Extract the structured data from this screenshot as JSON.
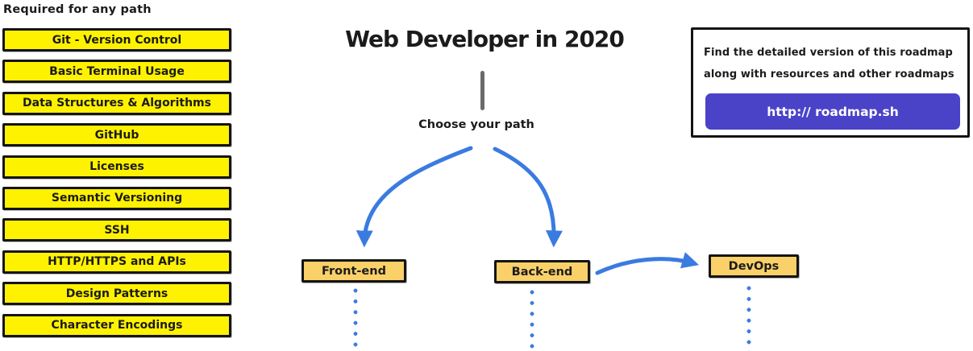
{
  "header": {
    "title": "Web Developer in 2020",
    "subtitle": "Choose your path"
  },
  "required_panel": {
    "heading": "Required for any path",
    "items": [
      "Git - Version Control",
      "Basic Terminal Usage",
      "Data Structures & Algorithms",
      "GitHub",
      "Licenses",
      "Semantic Versioning",
      "SSH",
      "HTTP/HTTPS and APIs",
      "Design Patterns",
      "Character Encodings"
    ]
  },
  "path_nodes": {
    "front_end": "Front-end",
    "back_end": "Back-end",
    "devops": "DevOps"
  },
  "info_box": {
    "line1": "Find the detailed version of this roadmap",
    "line2": "along with resources and other roadmaps",
    "link_label": "http:// roadmap.sh"
  },
  "colors": {
    "highlight_yellow": "#FFF200",
    "node_amber": "#FAD069",
    "arrow_blue": "#3A7BE0",
    "link_purple": "#4A43C8"
  }
}
